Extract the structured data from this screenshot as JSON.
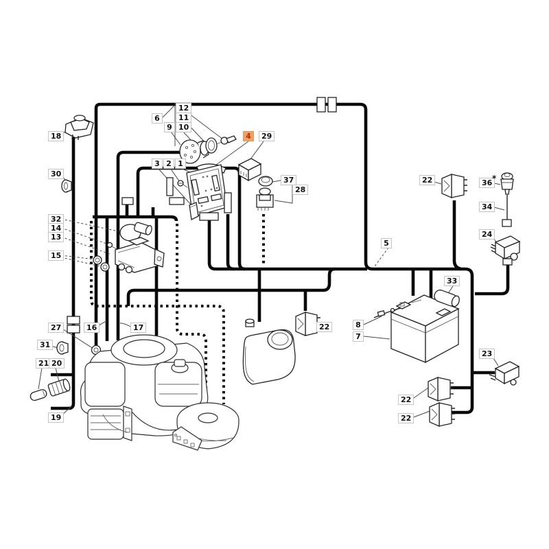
{
  "diagram": {
    "kind": "exploded wiring-harness parts diagram",
    "background": "#ffffff",
    "colors": {
      "line": "#0a0a0a",
      "leader": "#4a4a4a",
      "label_border": "#c4c4c4",
      "highlight_bg": "#f2a264",
      "highlight_text": "#b23000"
    }
  },
  "callouts": {
    "n1": {
      "text": "1"
    },
    "n2": {
      "text": "2"
    },
    "n3": {
      "text": "3"
    },
    "n4": {
      "text": "4",
      "highlighted": true
    },
    "n5": {
      "text": "5"
    },
    "n6": {
      "text": "6"
    },
    "n7": {
      "text": "7"
    },
    "n8": {
      "text": "8"
    },
    "n9": {
      "text": "9"
    },
    "n10": {
      "text": "10"
    },
    "n11": {
      "text": "11"
    },
    "n12": {
      "text": "12"
    },
    "n13": {
      "text": "13"
    },
    "n14": {
      "text": "14"
    },
    "n15": {
      "text": "15"
    },
    "n16": {
      "text": "16"
    },
    "n17": {
      "text": "17"
    },
    "n18": {
      "text": "18"
    },
    "n19": {
      "text": "19"
    },
    "n20": {
      "text": "20"
    },
    "n21": {
      "text": "21"
    },
    "n22": {
      "text": "22"
    },
    "n23": {
      "text": "23"
    },
    "n24": {
      "text": "24"
    },
    "n27": {
      "text": "27"
    },
    "n28": {
      "text": "28"
    },
    "n29": {
      "text": "29"
    },
    "n30": {
      "text": "30"
    },
    "n31": {
      "text": "31"
    },
    "n32": {
      "text": "32"
    },
    "n33": {
      "text": "33"
    },
    "n34": {
      "text": "34"
    },
    "n36": {
      "text": "36"
    },
    "n37": {
      "text": "37"
    },
    "asterisk": {
      "text": "*"
    }
  }
}
